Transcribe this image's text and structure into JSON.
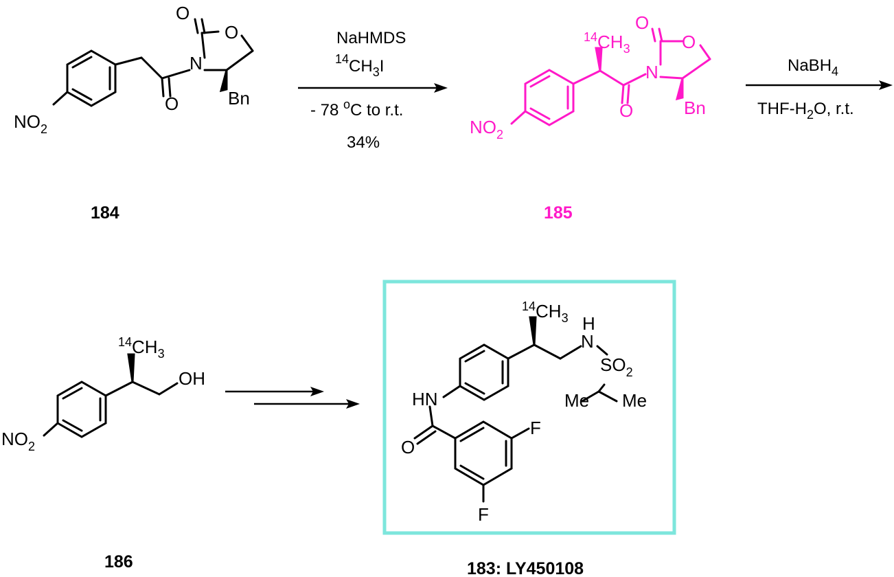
{
  "colors": {
    "ink": "#000000",
    "highlight": "#ff19c8",
    "box": "#7de6dc"
  },
  "labels": {
    "o": "O",
    "n": "N",
    "bn": "Bn",
    "no": "NO",
    "two": "2",
    "three": "3",
    "four": "4",
    "c": "C",
    "h": "H",
    "ch": "CH",
    "oh": "OH",
    "hn": "HN",
    "so": "SO",
    "me": "Me",
    "f": "F",
    "sup14": "14"
  },
  "compounds": {
    "c184": {
      "id": "184"
    },
    "c185": {
      "id": "185"
    },
    "c186": {
      "id": "186"
    },
    "c183": {
      "id": "183: LY450108"
    }
  },
  "reactions": {
    "step1": {
      "reagent1": "NaHMDS",
      "reagent2_sup": "14",
      "reagent2": "CH",
      "reagent2_sub": "3",
      "reagent2_tail": "I",
      "cond_pre": "- 78 ",
      "cond_sup": "o",
      "cond_post": "C to r.t.",
      "yield": "34%"
    },
    "step2": {
      "reagent_main": "NaBH",
      "reagent_sub": "4",
      "cond_pre": "THF-H",
      "cond_sub": "2",
      "cond_post": "O, r.t."
    }
  }
}
